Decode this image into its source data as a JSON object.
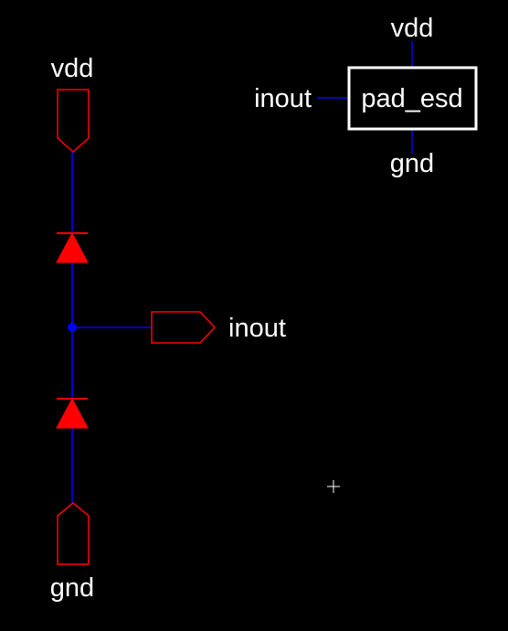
{
  "colors": {
    "background": "#000000",
    "wire": "#0000ff",
    "pin": "#ff0000",
    "diode": "#ff0000",
    "symbol_box": "#ffffff",
    "text": "#ffffff",
    "junction": "#0000ff",
    "cursor": "#ffffff"
  },
  "schematic": {
    "pins": {
      "vdd": "vdd",
      "gnd": "gnd",
      "inout": "inout"
    },
    "symbol": {
      "name": "pad_esd",
      "pin_top": "vdd",
      "pin_left": "inout",
      "pin_bottom": "gnd"
    }
  }
}
